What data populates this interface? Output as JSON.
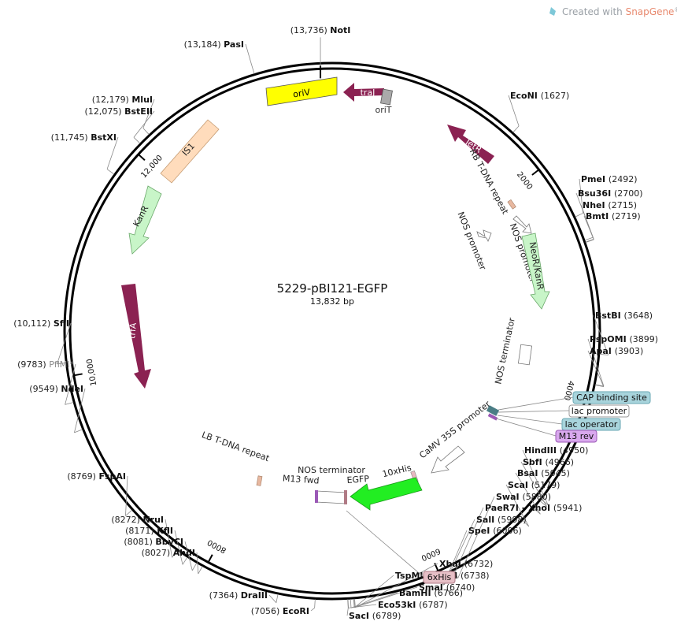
{
  "watermark": {
    "prefix": "Created with ",
    "brand": "SnapGene",
    "reg": "®"
  },
  "plasmid": {
    "name": "5229-pBI121-EGFP",
    "length_label": "13,832 bp",
    "length": 13832
  },
  "ticks": [
    {
      "pos": 2000,
      "label": "2000"
    },
    {
      "pos": 4000,
      "label": "4000"
    },
    {
      "pos": 6000,
      "label": "6000"
    },
    {
      "pos": 8000,
      "label": "8000"
    },
    {
      "pos": 10000,
      "label": "10,000"
    },
    {
      "pos": 12000,
      "label": "12,000"
    }
  ],
  "sites": [
    {
      "name": "NotI",
      "pos_label": "(13,736)",
      "pos": 13736,
      "side": "top"
    },
    {
      "name": "PasI",
      "pos_label": "(13,184)",
      "pos": 13184,
      "side": "left"
    },
    {
      "name": "MluI",
      "pos_label": "(12,179)",
      "pos": 12179,
      "side": "left"
    },
    {
      "name": "BstEII",
      "pos_label": "(12,075)",
      "pos": 12075,
      "side": "left"
    },
    {
      "name": "BstXI",
      "pos_label": "(11,745)",
      "pos": 11745,
      "side": "left"
    },
    {
      "name": "SfiI",
      "pos_label": "(10,112)",
      "pos": 10112,
      "side": "left"
    },
    {
      "name": "PflMI*",
      "pos_label": "(9783)",
      "pos": 9783,
      "side": "left",
      "dim": true
    },
    {
      "name": "NdeI",
      "pos_label": "(9549)",
      "pos": 9549,
      "side": "left"
    },
    {
      "name": "FspAI",
      "pos_label": "(8769)",
      "pos": 8769,
      "side": "left"
    },
    {
      "name": "NruI",
      "pos_label": "(8272)",
      "pos": 8272,
      "side": "left"
    },
    {
      "name": "KflI",
      "pos_label": "(8171)",
      "pos": 8171,
      "side": "left"
    },
    {
      "name": "BbvCI",
      "pos_label": "(8081)",
      "pos": 8081,
      "side": "left"
    },
    {
      "name": "AhdI",
      "pos_label": "(8027)",
      "pos": 8027,
      "side": "left"
    },
    {
      "name": "DraIII",
      "pos_label": "(7364)",
      "pos": 7364,
      "side": "left"
    },
    {
      "name": "EcoRI",
      "pos_label": "(7056)",
      "pos": 7056,
      "side": "left"
    },
    {
      "name": "SacI",
      "pos_label": "(6789)",
      "pos": 6789,
      "side": "right"
    },
    {
      "name": "Eco53kI",
      "pos_label": "(6787)",
      "pos": 6787,
      "side": "right"
    },
    {
      "name": "BamHI",
      "pos_label": "(6766)",
      "pos": 6766,
      "side": "right"
    },
    {
      "name": "SmaI",
      "pos_label": "(6740)",
      "pos": 6740,
      "side": "right"
    },
    {
      "name": "TspMI - XmaI",
      "pos_label": "(6738)",
      "pos": 6738,
      "side": "right"
    },
    {
      "name": "XbaI",
      "pos_label": "(6732)",
      "pos": 6732,
      "side": "right"
    },
    {
      "name": "SpeI",
      "pos_label": "(6006)",
      "pos": 6006,
      "side": "right"
    },
    {
      "name": "SalI",
      "pos_label": "(5998)",
      "pos": 5998,
      "side": "right"
    },
    {
      "name": "PaeR7I - XhoI",
      "pos_label": "(5941)",
      "pos": 5941,
      "side": "right"
    },
    {
      "name": "SwaI",
      "pos_label": "(5880)",
      "pos": 5880,
      "side": "right"
    },
    {
      "name": "ScaI",
      "pos_label": "(5179)",
      "pos": 5179,
      "side": "right"
    },
    {
      "name": "BsaI",
      "pos_label": "(5045)",
      "pos": 5045,
      "side": "right"
    },
    {
      "name": "SbfI",
      "pos_label": "(4966)",
      "pos": 4966,
      "side": "right"
    },
    {
      "name": "HindIII",
      "pos_label": "(4950)",
      "pos": 4950,
      "side": "right"
    },
    {
      "name": "ApaI",
      "pos_label": "(3903)",
      "pos": 3903,
      "side": "right"
    },
    {
      "name": "PspOMI",
      "pos_label": "(3899)",
      "pos": 3899,
      "side": "right"
    },
    {
      "name": "BstBI",
      "pos_label": "(3648)",
      "pos": 3648,
      "side": "right"
    },
    {
      "name": "BmtI",
      "pos_label": "(2719)",
      "pos": 2719,
      "side": "right"
    },
    {
      "name": "NheI",
      "pos_label": "(2715)",
      "pos": 2715,
      "side": "right"
    },
    {
      "name": "Bsu36I",
      "pos_label": "(2700)",
      "pos": 2700,
      "side": "right"
    },
    {
      "name": "PmeI",
      "pos_label": "(2492)",
      "pos": 2492,
      "side": "right"
    },
    {
      "name": "EcoNI",
      "pos_label": "(1627)",
      "pos": 1627,
      "side": "right"
    }
  ],
  "boxed_labels": [
    {
      "text": "CAP binding site",
      "fill": "#a8d4dc",
      "stroke": "#6aa7b3"
    },
    {
      "text": "lac promoter",
      "fill": "#ffffff",
      "stroke": "#9a9a9a"
    },
    {
      "text": "lac operator",
      "fill": "#a8d4dc",
      "stroke": "#6aa7b3"
    },
    {
      "text": "M13 rev",
      "fill": "#d9a8ee",
      "stroke": "#9b59b6"
    },
    {
      "text": "6xHis",
      "fill": "#e6bfc6",
      "stroke": "#b07a85"
    }
  ],
  "features": [
    {
      "name": "oriV",
      "type": "origin",
      "color": "#ffff00"
    },
    {
      "name": "traJ",
      "type": "cds",
      "color": "#8b2252"
    },
    {
      "name": "oriT",
      "type": "origin_small",
      "color": "#aaaaaa"
    },
    {
      "name": "TetR",
      "type": "cds",
      "color": "#8b2252"
    },
    {
      "name": "RB T-DNA repeat",
      "type": "repeat",
      "color": "#e8b8a0"
    },
    {
      "name": "NOS promoter",
      "type": "promoter",
      "color": "#ffffff"
    },
    {
      "name": "NOS promoter",
      "type": "promoter",
      "color": "#ffffff"
    },
    {
      "name": "NeoR/KanR",
      "type": "cds",
      "color": "#c8f5c8"
    },
    {
      "name": "NOS terminator",
      "type": "terminator",
      "color": "#ffffff"
    },
    {
      "name": "CaMV 35S promoter",
      "type": "promoter",
      "color": "#ffffff"
    },
    {
      "name": "10xHis",
      "type": "tag",
      "color": "#e8b8c0"
    },
    {
      "name": "EGFP",
      "type": "cds",
      "color": "#22ee22"
    },
    {
      "name": "NOS terminator",
      "type": "terminator",
      "color": "#ffffff"
    },
    {
      "name": "M13 fwd",
      "type": "primer",
      "color": "#9b59b6"
    },
    {
      "name": "LB T-DNA repeat",
      "type": "repeat",
      "color": "#e8b8a0"
    },
    {
      "name": "trfA",
      "type": "cds",
      "color": "#8b2252"
    },
    {
      "name": "KanR",
      "type": "cds",
      "color": "#c8f5c8"
    },
    {
      "name": "IS1",
      "type": "mobile",
      "color": "#ffdcbc"
    }
  ],
  "colors": {
    "backbone": "#000000",
    "label_text": "#111111"
  }
}
